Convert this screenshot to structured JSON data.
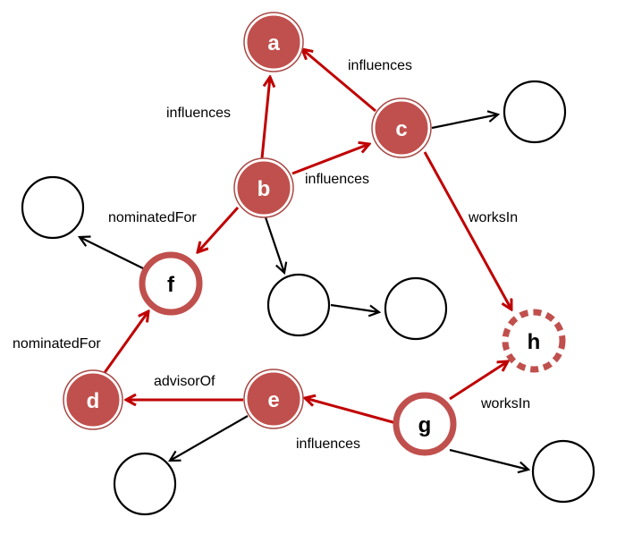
{
  "nodes": {
    "a": "a",
    "b": "b",
    "c": "c",
    "d": "d",
    "e": "e",
    "f": "f",
    "g": "g",
    "h": "h"
  },
  "edge_labels": {
    "b_a": "influences",
    "c_a": "influences",
    "b_c": "influences",
    "b_f": "nominatedFor",
    "c_h": "worksIn",
    "d_f": "nominatedFor",
    "e_d": "advisorOf",
    "g_h": "worksIn",
    "g_e": "influences"
  },
  "colors": {
    "highlight_edge": "#c00000",
    "highlight_node": "#c0504d",
    "plain_edge": "#000000"
  }
}
